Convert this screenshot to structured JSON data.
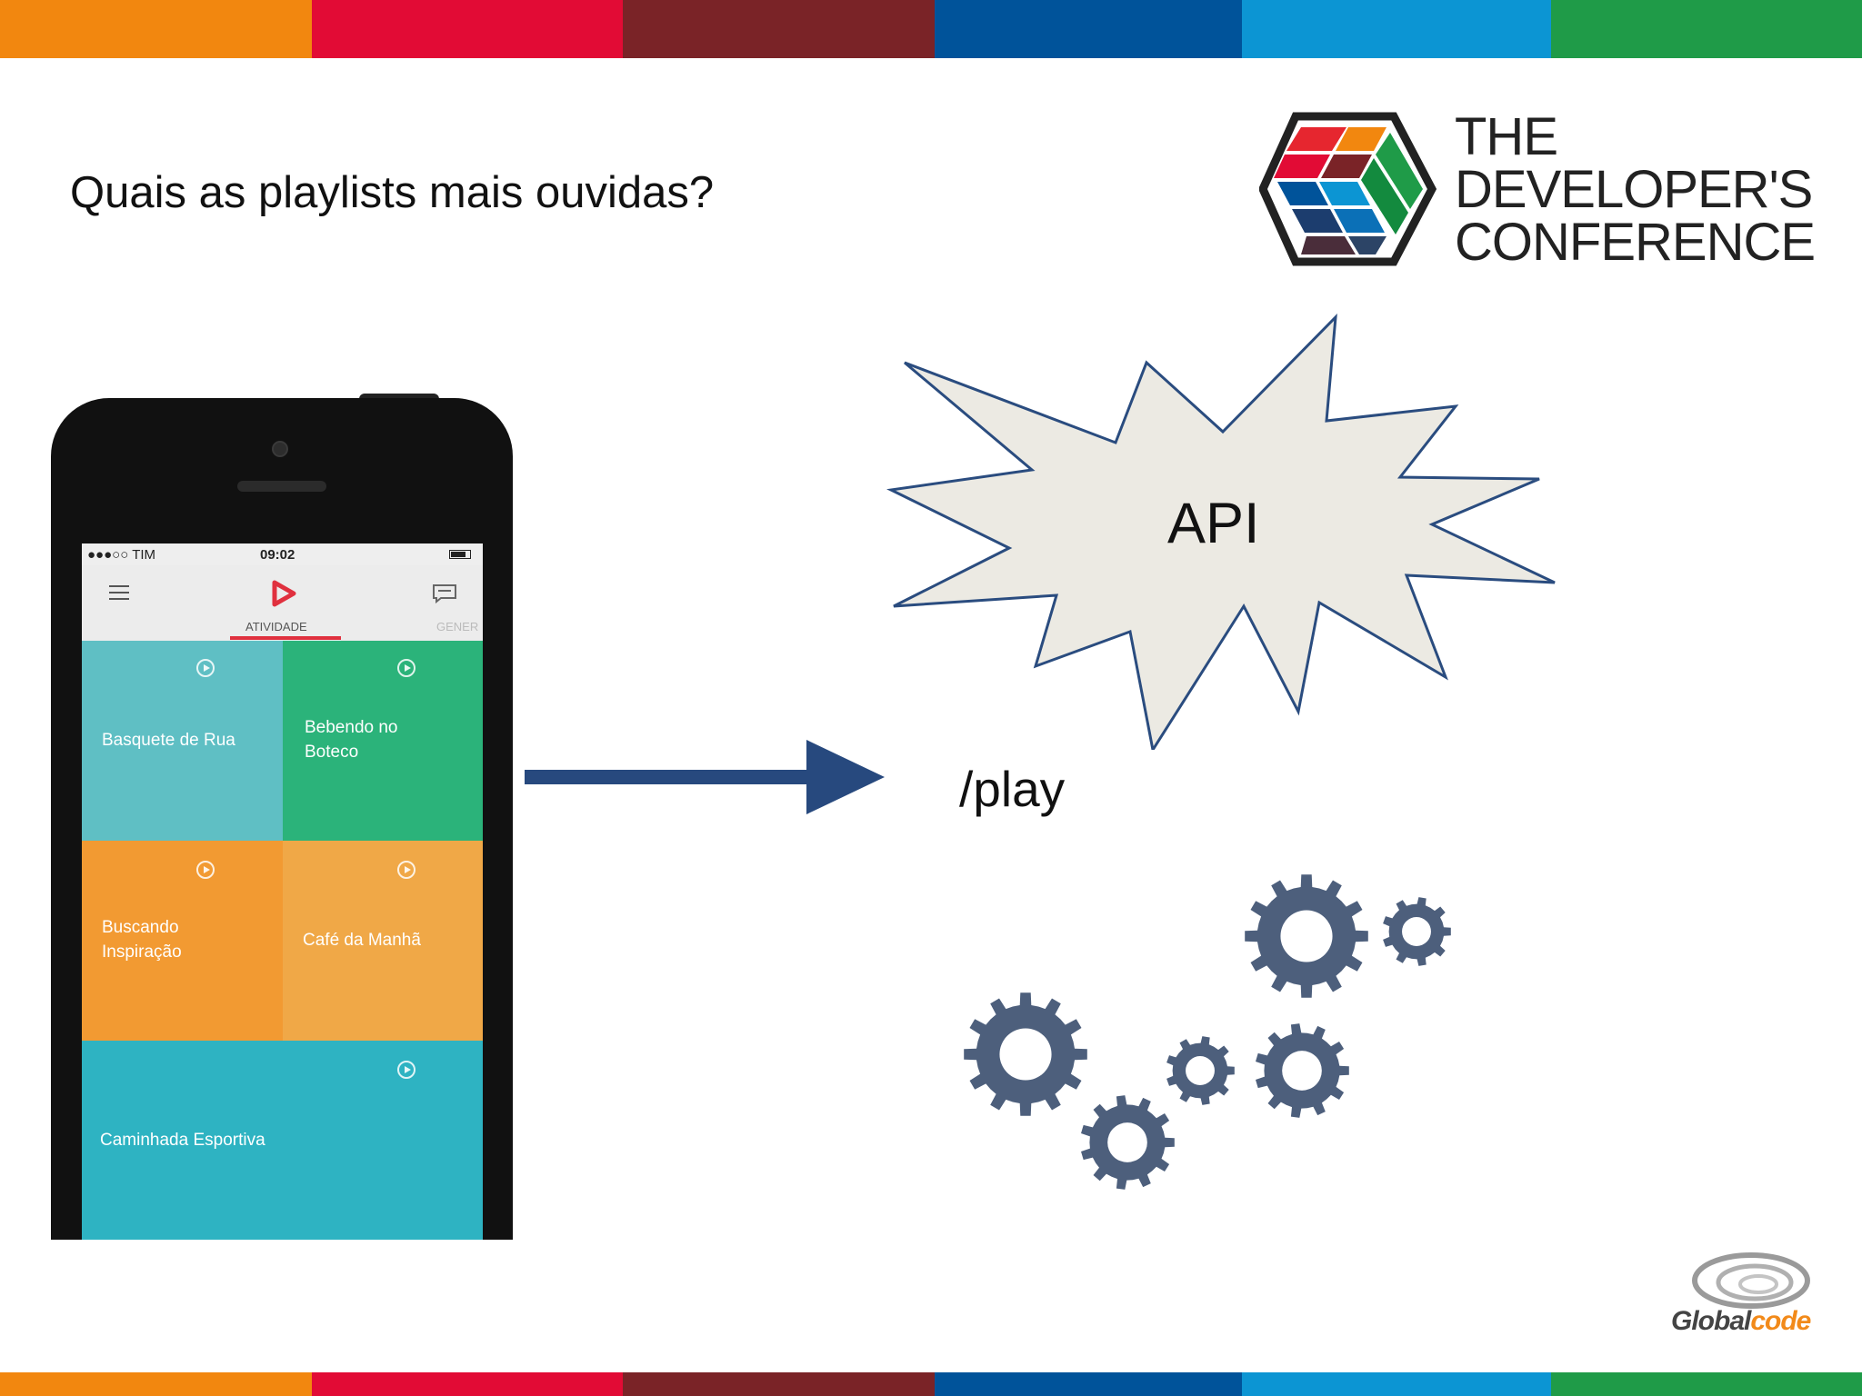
{
  "colors": {
    "stripe": [
      "#f2870f",
      "#e20b35",
      "#7a2327",
      "#00539a",
      "#0c95d3",
      "#1f9b48"
    ],
    "arrow": "#27497e",
    "burst_fill": "#eceae3",
    "burst_stroke": "#2a4c7f",
    "gear": "#4d5f7c"
  },
  "slide": {
    "question": "Quais as playlists mais ouvidas?"
  },
  "conference_logo": {
    "line1": "THE",
    "line2": "DEVELOPER'S",
    "line3": "CONFERENCE"
  },
  "phone": {
    "status": {
      "carrier": "●●●○○ TIM",
      "time": "09:02"
    },
    "tabs": {
      "active": "ATIVIDADE",
      "next": "GENER"
    },
    "tiles": [
      {
        "name": "Basquete de Rua",
        "color": "#5fbfc4"
      },
      {
        "name": "Bebendo no Boteco",
        "color": "#2bb37a"
      },
      {
        "name": "Buscando Inspiração",
        "color": "#f29a32"
      },
      {
        "name": "Café da Manhã",
        "color": "#f0a847"
      },
      {
        "name": "Caminhada Esportiva",
        "color": "#2eb3c2"
      }
    ]
  },
  "diagram": {
    "api_label": "API",
    "endpoint_label": "/play"
  },
  "footer_logo": {
    "part1": "Global",
    "part2": "code"
  }
}
